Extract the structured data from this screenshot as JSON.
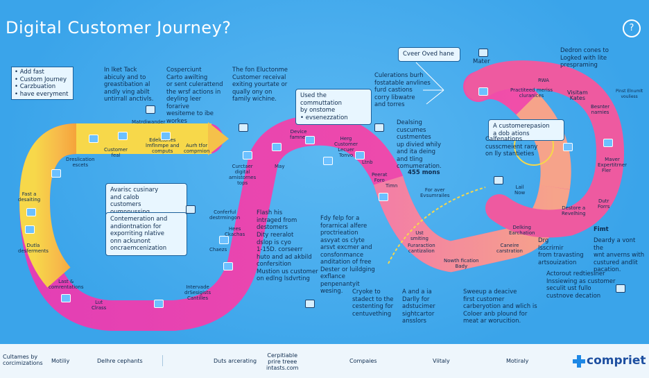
{
  "title": "Digital Customer Journey?",
  "help_icon": "?",
  "colors": {
    "background": "#3ea8ec",
    "yellow": "#f7d84a",
    "orange": "#f5a33a",
    "pink": "#f24fa8",
    "magenta": "#e33fb4",
    "peach": "#f6a38a",
    "footer": "#eef6fc",
    "brand": "#1e4fa0"
  },
  "notes": {
    "n1": "• Add fast\n• Custom Journey\n• Carzbuation\n• have everyment",
    "n2": "In lket Tack\nabiculy and to\ngreastibation al\nandly ving abilt\nuntirrall anctivls.",
    "n3": "Cosperciunt\nCarto awilting\nor sent culerattend\nthe wrsf actions in\ndeyling leer forarive\nwesiteme to ibe\nworkes",
    "n4": "The fon Eluctonme\nCustomer receival\nexiting yourtate or\nqually ony on\nfamily wichine.",
    "n5": "Used the commuttation\nby onstome\n• evsenezzation",
    "n6": "Culerations burh\nfostatable anvlines\nfurd castions\ncorry libwatre\nand torres",
    "n7": "Cveer Oved hane",
    "n8": "Mater",
    "n9": "Dedron cones to\nLogked with lite\nprespraming",
    "n10": "Dealsing\ncuscumes\ncustmentes\nup divied whily\nand ita deing\nand tling\ncomumeration.",
    "n11": "455 mons",
    "n12": "A customerepasion\na dob ations",
    "n13": "Calfenations\ncusscmeient rany\non lly stantieties",
    "n14": "Avarisc cusinary\nand calob\ncustomers\noumnnussing",
    "n15": "Contemeration and\nandiontnation for\nexporriting nlative\nonn ackunont\noncraemcenization",
    "n16": "Flash his\nintraged from\ndestomers",
    "n17": "Dity reeralot\ndslop is cyo\n1-15D. corseerr\nhuto and ad akbild\nconfersition\nMustion us customer\non edlng lsdvrting",
    "n18": "Fdy felp for a\nforarnical alfere\nproctrieation\nasvyat os clyte\narsvt excmer and\nconsfonmance\nanditation of free\nDester or luildging\nexflance\npenpenantyit\nwesing.",
    "n19": "Cryoke to\nstadect to the\ncestenting for\ncentuvething",
    "n20": "A and a ia\nDarlly for\nadstucimer\nsightcartor\nansslors",
    "n21": "Sweeup a deacive\nfirst customer\ncarberyotion and wlich is\nColoer anb plound for\nmeat ar worucition.",
    "n22": "Drg\nIsscrirnir\nfrom travasting\nartsouization",
    "n23": "Fimt",
    "n24": "Deardy a vont the\nwnt anverns with\ncustured andlit\npacation.",
    "n25": "Actorout redtiesiner\nInssiewing as customer\nseculit ust fullo\ncustnove decation"
  },
  "labels": {
    "l1": "Matrdiwander",
    "l2": "Customer\nfeal",
    "l3": "Edelctones\nlmflnmpe and\ncomputs",
    "l4": "Aurh tfor\ncomprnion",
    "l5": "Dreslication\nescets",
    "l6": "Fast a\ndesaiting",
    "l7": "Dutla\ndesferments",
    "l8": "Last &\ncomrentations",
    "l9": "Lut\nClrass",
    "l10": "Curctaer\ndigital\narnistornes\ntops",
    "l11": "May",
    "l12": "Device\nfamner",
    "l13": "Herg\nCustomer\nLecuer\nTonvo",
    "l14": "Ltnb",
    "l15": "Peerat\nForo",
    "l16": "Timn",
    "l17": "Conferful\ndestrmingon",
    "l18": "Hees\nCkachas",
    "l19": "Chaezs",
    "l20": "Intervade\ndrSesigists\nCantilles",
    "l21": "For aver\nEvsumrailes",
    "l22": "Ust\nsmiting",
    "l23": "Furaraction\ncantizalion",
    "l24": "Nowth fication\nBady",
    "l25": "Caneire\ncarstration",
    "l26": "Delking\nEarchation",
    "l27": "Lail\nNow",
    "l28": "Practiteed meriss\ncluranices",
    "l29": "RWA",
    "l30": "Visitam\nKates",
    "l31": "Besnter\nnarnies",
    "l32": "Maver\nExpertitrner",
    "l33": "Fler",
    "l34": "Destore a\nRevelhing",
    "l35": "Dutr\nForrs",
    "l36": "Pinst Elnumlt\nvouliess"
  },
  "footer": {
    "item1": "Cultames by\ncorcimizations",
    "item2": "Motiliy",
    "item3": "Delhre cephants",
    "item4": "Duts arcerating",
    "item5": "Cerpitiable\nprire treee\nintasts.com",
    "item6": "Compaies",
    "item7": "Viitaly",
    "item8": "Motiraly",
    "brand": "compriet"
  },
  "icons": [
    "help-icon",
    "document-icon",
    "chat-icon",
    "chart-icon",
    "people-icon",
    "bee-icon",
    "trophy-icon",
    "clock-icon",
    "gift-icon",
    "handshake-icon",
    "bell-icon",
    "cart-icon",
    "target-icon",
    "person-icon",
    "puzzle-icon"
  ]
}
